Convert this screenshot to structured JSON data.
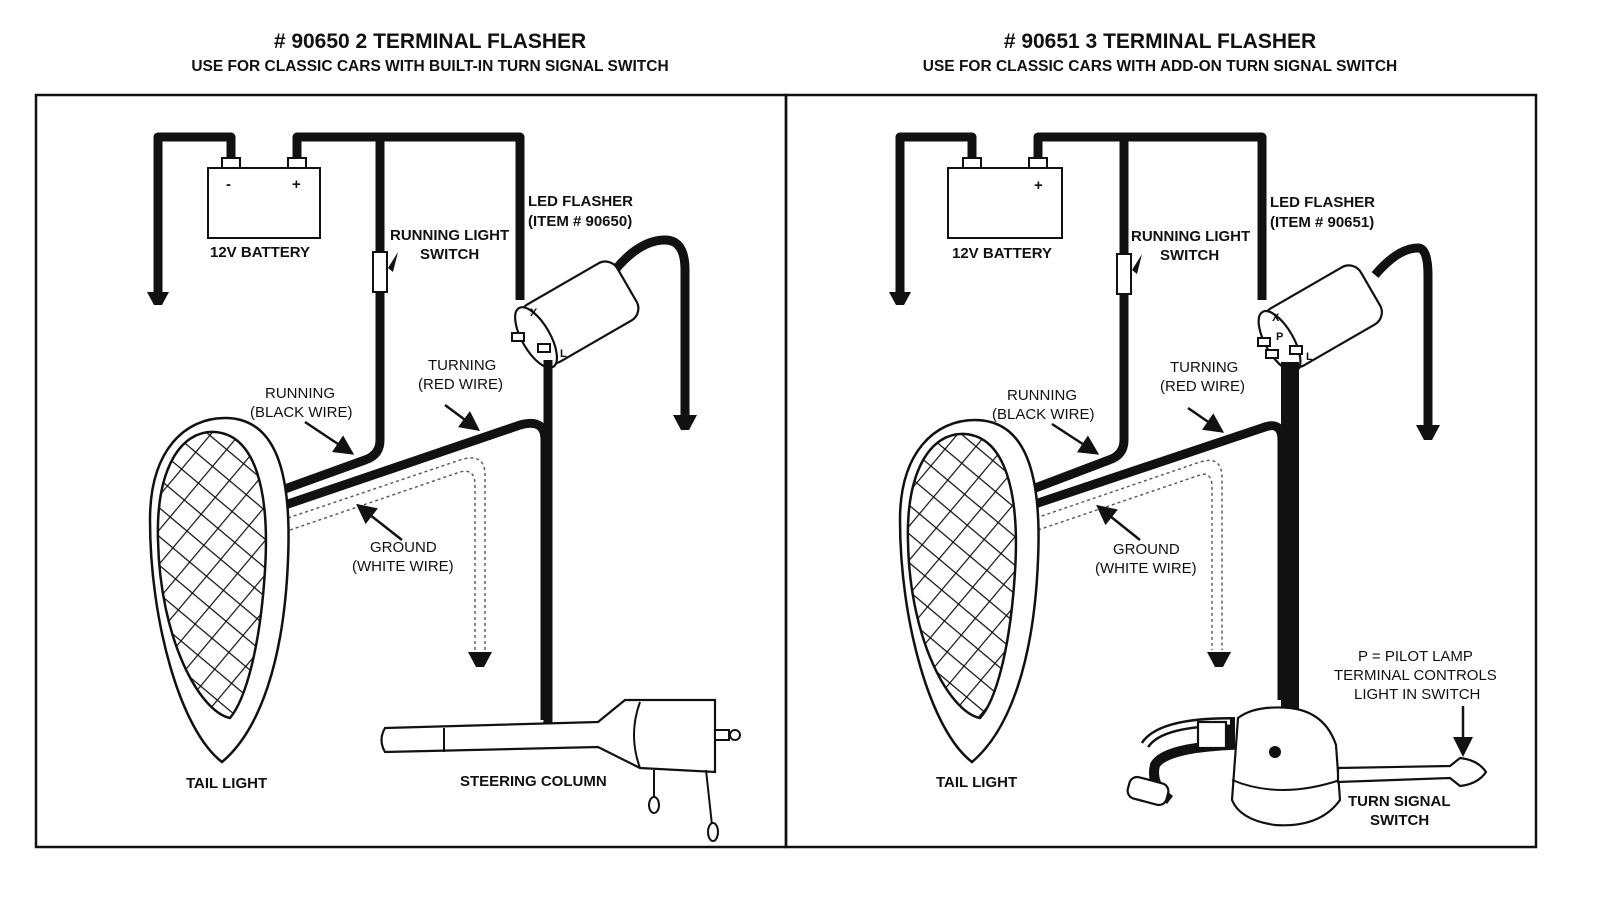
{
  "colors": {
    "ink": "#111111",
    "background": "#ffffff"
  },
  "left_panel": {
    "title": "# 90650 2 TERMINAL FLASHER",
    "subtitle": "USE FOR CLASSIC CARS WITH BUILT-IN TURN SIGNAL SWITCH",
    "battery": {
      "label": "12V BATTERY",
      "neg": "-",
      "pos": "+"
    },
    "running_light_switch": [
      "RUNNING LIGHT",
      "SWITCH"
    ],
    "flasher": {
      "line1": "LED FLASHER",
      "line2": "(ITEM # 90650)",
      "terminals": [
        "X",
        "L"
      ]
    },
    "running_wire": [
      "RUNNING",
      "(BLACK WIRE)"
    ],
    "turning_wire": [
      "TURNING",
      "(RED WIRE)"
    ],
    "ground_wire": [
      "GROUND",
      "(WHITE WIRE)"
    ],
    "tail_light": "TAIL LIGHT",
    "steering_column": "STEERING COLUMN"
  },
  "right_panel": {
    "title": "# 90651 3 TERMINAL FLASHER",
    "subtitle": "USE FOR CLASSIC CARS WITH ADD-ON TURN SIGNAL SWITCH",
    "battery": {
      "label": "12V BATTERY",
      "pos": "+"
    },
    "running_light_switch": [
      "RUNNING LIGHT",
      "SWITCH"
    ],
    "flasher": {
      "line1": "LED FLASHER",
      "line2": "(ITEM # 90651)",
      "terminals": [
        "X",
        "P",
        "L"
      ]
    },
    "running_wire": [
      "RUNNING",
      "(BLACK WIRE)"
    ],
    "turning_wire": [
      "TURNING",
      "(RED WIRE)"
    ],
    "ground_wire": [
      "GROUND",
      "(WHITE WIRE)"
    ],
    "tail_light": "TAIL LIGHT",
    "pilot_note": [
      "P = PILOT LAMP",
      "TERMINAL CONTROLS",
      "LIGHT IN SWITCH"
    ],
    "turn_signal_switch": [
      "TURN SIGNAL",
      "SWITCH"
    ]
  }
}
